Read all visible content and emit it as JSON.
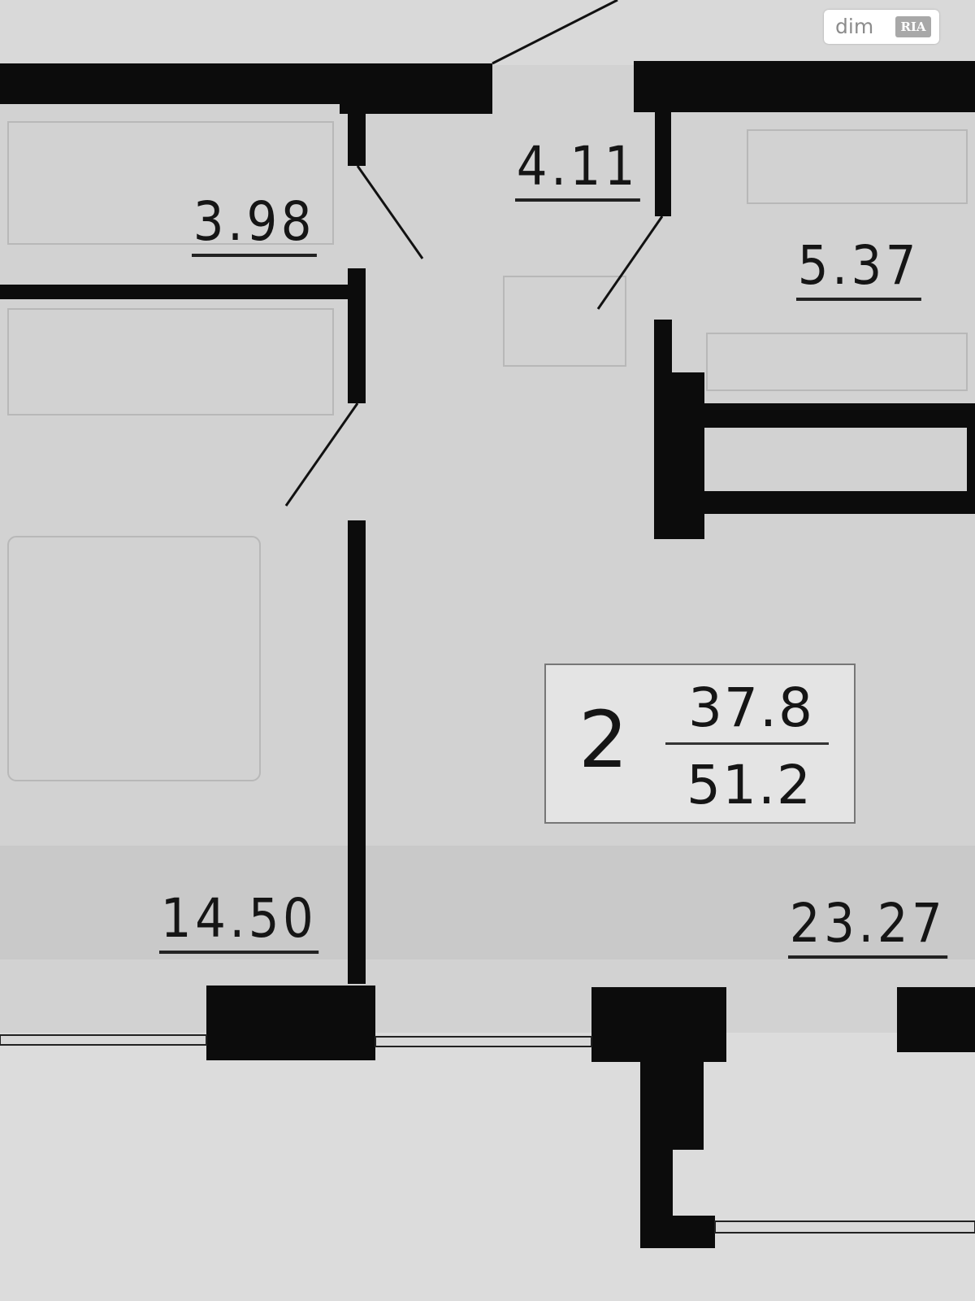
{
  "watermark": {
    "brand": "dim",
    "mark": "RIA"
  },
  "apartment": {
    "rooms": "2",
    "living_area": "37.8",
    "total_area": "51.2"
  },
  "rooms": [
    {
      "id": "bathroom",
      "area": "3.98"
    },
    {
      "id": "hallway",
      "area": "4.11"
    },
    {
      "id": "wc",
      "area": "5.37"
    },
    {
      "id": "bedroom",
      "area": "14.50"
    },
    {
      "id": "living-kitchen",
      "area": "23.27"
    }
  ],
  "colors": {
    "wall": "#0c0c0c",
    "floor": "#cfcfcf",
    "balcony": "#dcdcdc",
    "text": "#151515"
  }
}
